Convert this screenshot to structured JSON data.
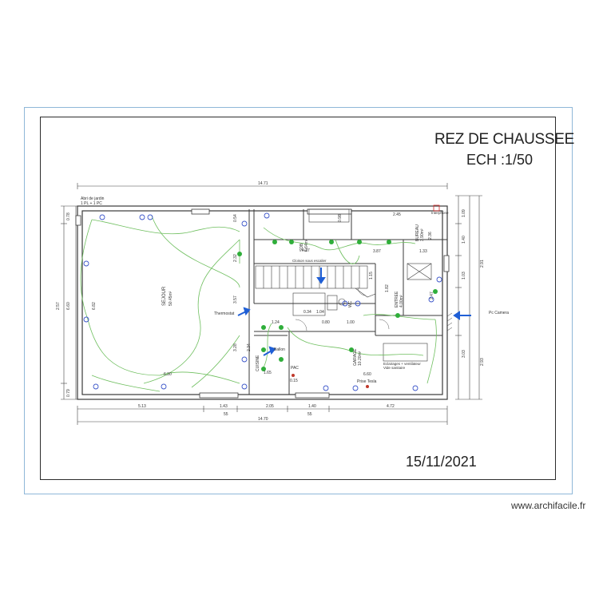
{
  "title": "REZ DE CHAUSSEE",
  "scale": "ECH :1/50",
  "date": "15/11/2021",
  "watermark": "www.archifacile.fr",
  "rooms": {
    "sejour": "SEJOUR",
    "sejour_area": "50.45m²",
    "sdb": "SDB",
    "sdb_area": "6.64m²",
    "bureau": "BUREAU",
    "bureau_area": "3.90m²",
    "entree": "ENTREE",
    "entree_area": "4.00m²",
    "garage": "GARAGE",
    "garage_area": "10.20m²",
    "cuisine": "CUISINE",
    "wc": "WC"
  },
  "labels": {
    "abri_jardin": "Abri de jardin",
    "abri_detail": "1 PL + 1 PC",
    "cloison": "Cloison sous escalier",
    "thermostat": "Thermostat",
    "ballon": "Ballon",
    "pac": "PAC",
    "prise_tesla": "Prise Tesla",
    "eclairage": "Eclairages + ventilateur",
    "vide_sanitaire": "Vide sanitaire",
    "pc_camera": "Pc Camera",
    "interphone": "Interphone"
  },
  "dimensions": {
    "overall_top": "14.71",
    "overall_bottom": "14.70",
    "bottom_segments": [
      "5.13",
      "1.43",
      "2.05",
      "1.40",
      "4.72"
    ],
    "bottom_sub": [
      "55",
      "55"
    ],
    "sejour_width": "6.30",
    "garage_width": "6.60",
    "left_total": "6.60",
    "left_segments": [
      "0.78",
      "2.57",
      "0.79"
    ],
    "inner_left": "6.82",
    "top_small": [
      "0.98",
      "2.45",
      "0.54",
      "4.27",
      "3.87",
      "1.33"
    ],
    "right_segments": [
      "1.09",
      "1.40",
      "2.91",
      "1.03",
      "2.93",
      "3.03"
    ],
    "misc": [
      "2.32",
      "3.57",
      "3.28",
      "1.65",
      "1.15",
      "1.82",
      "2.36",
      "2.34",
      "1.24",
      "0.80",
      "1.00",
      "0.15",
      "0.34",
      "1.04",
      "2.47"
    ]
  },
  "colors": {
    "walls": "#3a3a3a",
    "circuits": "#6fbf5f",
    "outlets": "#3b55c9",
    "lights": "#2fae3a",
    "arrows": "#1f5fd6",
    "warning": "#d42a2a"
  }
}
